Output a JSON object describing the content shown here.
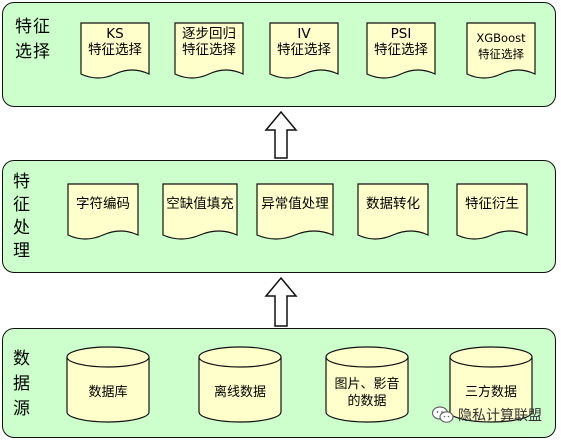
{
  "layers": {
    "selection": {
      "label": "特征\n选择",
      "items": [
        {
          "line1": "KS",
          "line2": "特征选择"
        },
        {
          "line1": "逐步回归",
          "line2": "特征选择"
        },
        {
          "line1": "IV",
          "line2": "特征选择"
        },
        {
          "line1": "PSI",
          "line2": "特征选择"
        },
        {
          "line1": "XGBoost",
          "line2": "特征选择"
        }
      ]
    },
    "processing": {
      "label": "特\n征\n处\n理",
      "items": [
        {
          "text": "字符编码"
        },
        {
          "text": "空缺值填充"
        },
        {
          "text": "异常值处理"
        },
        {
          "text": "数据转化"
        },
        {
          "text": "特征衍生"
        }
      ]
    },
    "source": {
      "label": "数\n据\n源",
      "items": [
        {
          "line1": "数据库",
          "line2": ""
        },
        {
          "line1": "离线数据",
          "line2": ""
        },
        {
          "line1": "图片、影音",
          "line2": "的数据"
        },
        {
          "line1": "三方数据",
          "line2": ""
        }
      ]
    }
  },
  "watermark": {
    "text": "隐私计算联盟",
    "icon": "wechat-icon"
  },
  "colors": {
    "layer_fill": "#ccffcc",
    "shape_fill": "#ffffcc",
    "stroke": "#111111"
  }
}
